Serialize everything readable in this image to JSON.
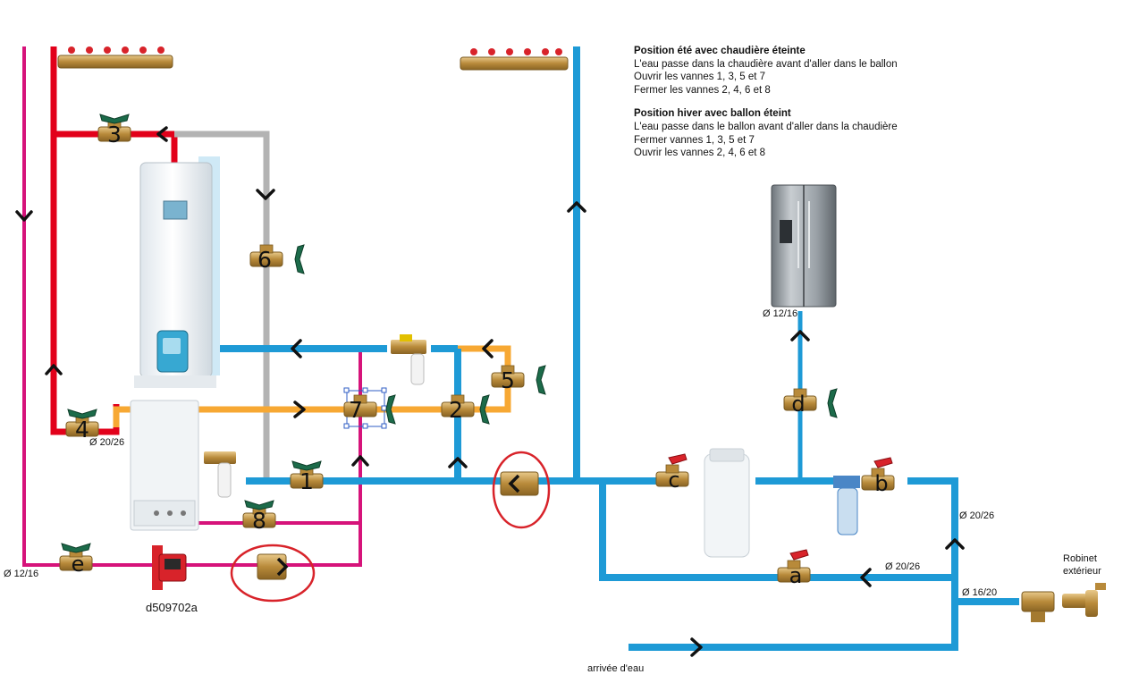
{
  "notes": {
    "summer_title": "Position été avec chaudière éteinte",
    "summer_line1": "L'eau passe dans la chaudière avant d'aller dans le ballon",
    "summer_line2": "Ouvrir les vannes 1, 3, 5 et 7",
    "summer_line3": "Fermer les vannes 2, 4, 6 et 8",
    "winter_title": "Position hiver avec ballon éteint",
    "winter_line1": "L'eau passe dans le ballon avant d'aller dans la chaudière",
    "winter_line2": "Fermer vannes 1, 3, 5 et 7",
    "winter_line3": "Ouvrir les vannes 2, 4, 6 et 8"
  },
  "valves": {
    "v1": "1",
    "v2": "2",
    "v3": "3",
    "v4": "4",
    "v5": "5",
    "v6": "6",
    "v7": "7",
    "v8": "8",
    "va": "a",
    "vb": "b",
    "vc": "c",
    "vd": "d",
    "ve": "e"
  },
  "labels": {
    "pump": "d509702a",
    "dia_fridge": "Ø 12/16",
    "dia_left": "Ø 12/16",
    "dia_boiler": "Ø 20/26",
    "dia_right": "Ø 20/26",
    "dia_a": "Ø 20/26",
    "dia_tap": "Ø 16/20",
    "tap_line1": "Robinet",
    "tap_line2": "extérieur",
    "water_inlet": "arrivée d'eau"
  },
  "colors": {
    "hot": "#e2001a",
    "cold": "#1e9ad6",
    "return": "#d6137a",
    "boiler_link": "#f7a833",
    "tank_link": "#b3b3b3",
    "brass": "#c49b4b"
  }
}
